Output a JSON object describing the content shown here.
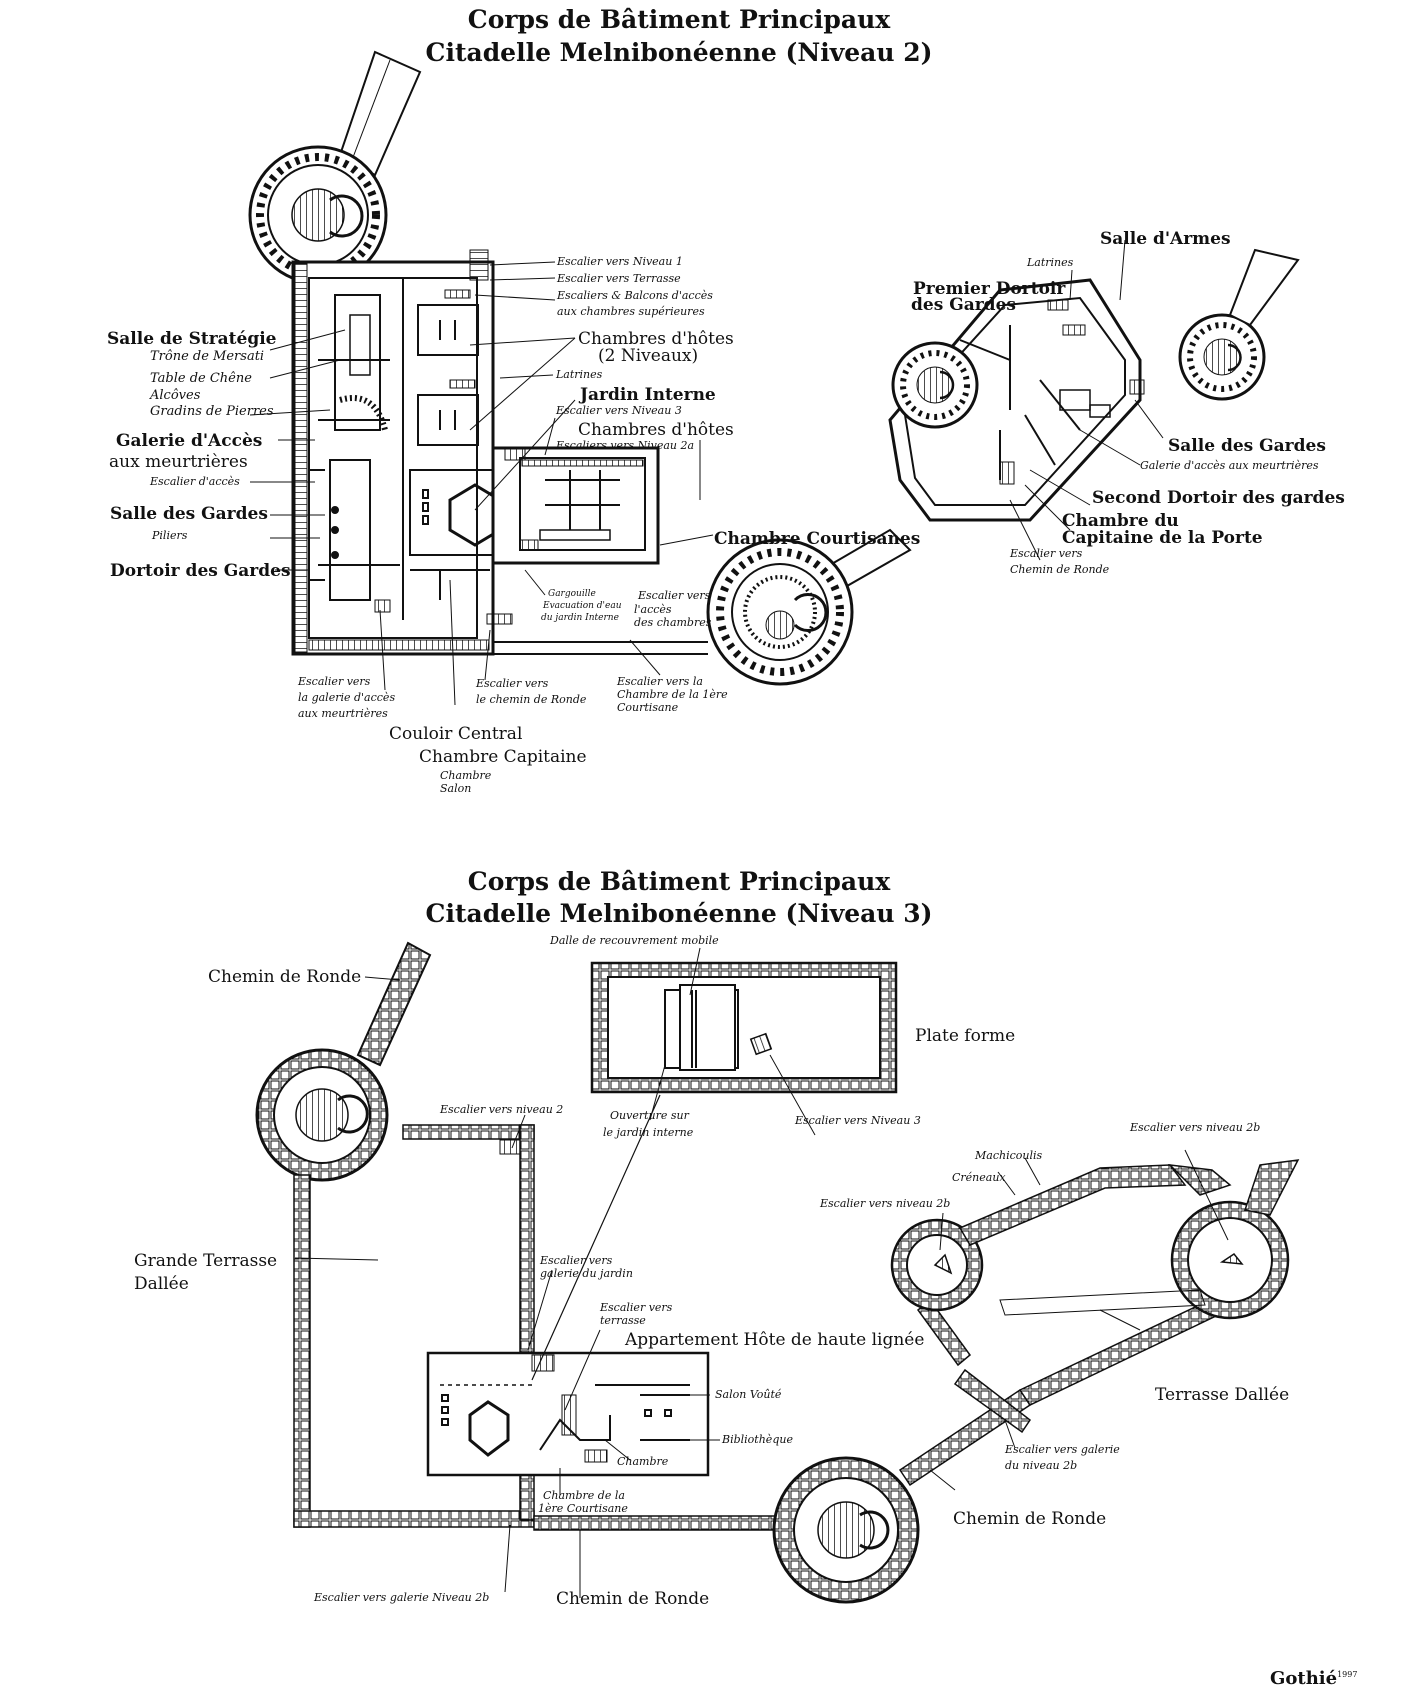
{
  "plan2": {
    "title_line1": "Corps de Bâtiment Principaux",
    "title_line2": "Citadelle Melnibonéenne (Niveau 2)",
    "labels": {
      "strategie": "Salle de Stratégie",
      "trone": "Trône de Mersati",
      "table_chene": "Table de Chêne",
      "alcoves": "Alcôves",
      "gradins": "Gradins de Pierres",
      "galerie_acces_1": "Galerie d'Accès",
      "galerie_acces_2": "aux meurtrières",
      "escalier_acces": "Escalier d'accès",
      "salle_gardes_w": "Salle des Gardes",
      "piliers": "Piliers",
      "dortoir_gardes": "Dortoir des Gardes",
      "esc_niveau1": "Escalier vers Niveau 1",
      "esc_terrasse": "Escalier vers Terrasse",
      "esc_balcons_1": "Escaliers & Balcons d'accès",
      "esc_balcons_2": "aux chambres supérieures",
      "chambres_hotes_a1": "Chambres d'hôtes",
      "chambres_hotes_a2": "(2 Niveaux)",
      "latrines_c": "Latrines",
      "jardin_interne": "Jardin Interne",
      "esc_niveau3": "Escalier vers Niveau 3",
      "chambres_hotes_b": "Chambres d'hôtes",
      "esc_niveau2a": "Escaliers vers Niveau 2a",
      "chambre_courtisanes": "Chambre Courtisanes",
      "gargouille_1": "Gargouille",
      "gargouille_2": "Evacuation d'eau",
      "gargouille_3": "du jardin Interne",
      "esc_chambres_1": "Escalier vers",
      "esc_chambres_2": "l'accès",
      "esc_chambres_3": "des chambres",
      "esc_galerie_1": "Escalier vers",
      "esc_galerie_2": "la galerie d'accès",
      "esc_galerie_3": "aux meurtrières",
      "esc_chemin_1": "Escalier vers",
      "esc_chemin_2": "le chemin de Ronde",
      "esc_courtisane_1": "Escalier vers la",
      "esc_courtisane_2": "Chambre de la 1ère",
      "esc_courtisane_3": "Courtisane",
      "couloir_central": "Couloir Central",
      "chambre_capitaine": "Chambre Capitaine",
      "chambre": "Chambre",
      "salon": "Salon",
      "salle_armes": "Salle d'Armes",
      "latrines_e": "Latrines",
      "premier_dortoir_1": "Premier Dortoir",
      "premier_dortoir_2": "des Gardes",
      "salle_gardes_e": "Salle des Gardes",
      "galerie_meurtrieres": "Galerie d'accès aux meurtrières",
      "second_dortoir": "Second Dortoir des gardes",
      "chambre_capitaine_porte_1": "Chambre du",
      "chambre_capitaine_porte_2": "Capitaine de la Porte",
      "esc_chemin_e_1": "Escalier vers",
      "esc_chemin_e_2": "Chemin de Ronde"
    }
  },
  "plan3": {
    "title_line1": "Corps de Bâtiment Principaux",
    "title_line2": "Citadelle Melnibonéenne (Niveau 3)",
    "labels": {
      "chemin_ronde_nw": "Chemin de Ronde",
      "dalle_mobile": "Dalle de recouvrement mobile",
      "plate_forme": "Plate forme",
      "ouverture_1": "Ouverture sur",
      "ouverture_2": "le jardin interne",
      "esc_niveau3": "Escalier vers Niveau 3",
      "esc_niveau2": "Escalier vers niveau 2",
      "grande_terrasse_1": "Grande Terrasse",
      "grande_terrasse_2": "Dallée",
      "esc_galerie_jardin_1": "Escalier vers",
      "esc_galerie_jardin_2": "galerie du jardin",
      "esc_terrasse_1": "Escalier vers",
      "esc_terrasse_2": "terrasse",
      "appartement": "Appartement Hôte de haute lignée",
      "salon_voute": "Salon Voûté",
      "bibliotheque": "Bibliothèque",
      "chambre": "Chambre",
      "chambre_courtisane_1": "Chambre de la",
      "chambre_courtisane_2": "1ère Courtisane",
      "esc_galerie_2b": "Escalier vers galerie Niveau 2b",
      "chemin_ronde_s": "Chemin de Ronde",
      "esc_niveau2b_a": "Escalier vers niveau 2b",
      "machicoulis": "Machicoulis",
      "creneaux": "Créneaux",
      "esc_niveau2b_b": "Escalier vers niveau 2b",
      "terrasse_dallee": "Terrasse Dallée",
      "esc_galerie_niveau2b_1": "Escalier vers galerie",
      "esc_galerie_niveau2b_2": "du niveau 2b",
      "chemin_ronde_se": "Chemin de Ronde"
    }
  },
  "signature": {
    "name": "Gothié",
    "year": "1997"
  },
  "colors": {
    "ink": "#111111",
    "paper": "#ffffff"
  }
}
